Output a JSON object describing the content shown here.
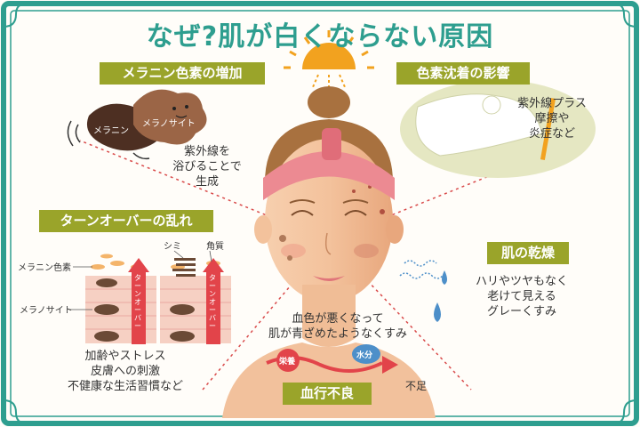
{
  "title": "なぜ?肌が白くならない原因",
  "sections": {
    "melanin_increase": {
      "heading": "メラニン色素の増加",
      "desc_lines": [
        "紫外線を",
        "浴びることで",
        "生成"
      ],
      "label_melanin": "メラニン",
      "label_melanocyte": "メラノサイト"
    },
    "pigmentation": {
      "heading": "色素沈着の影響",
      "desc_lines": [
        "紫外線プラス",
        "摩擦や",
        "炎症など"
      ]
    },
    "turnover": {
      "heading": "ターンオーバーの乱れ",
      "label_melanin_pigment": "メラニン色素",
      "label_melanocyte": "メラノサイト",
      "label_spot": "シミ",
      "label_horny": "角質",
      "arrow_label": "ターンオーバー",
      "desc_lines": [
        "加齢やストレス",
        "皮膚への刺激",
        "不健康な生活習慣など"
      ]
    },
    "dryness": {
      "heading": "肌の乾燥",
      "desc_lines": [
        "ハリやツヤもなく",
        "老けて見える",
        "グレーくすみ"
      ]
    },
    "circulation": {
      "heading": "血行不良",
      "desc_lines": [
        "血色が悪くなって",
        "肌が青ざめたようなくすみ"
      ],
      "label_nutrition": "栄養",
      "label_water": "水分",
      "label_shortage": "不足"
    }
  },
  "colors": {
    "frame": "#2e9e8f",
    "pill": "#9aa42a",
    "title": "#2e9e8f",
    "sun": "#f2a21f",
    "headband": "#ec8a92",
    "skin": "#f5c6a0",
    "hair": "#a8713f",
    "melanin": "#9b6546",
    "arrow_red": "#e2444a",
    "water_blue": "#4d8fc9",
    "nutrition_red": "#e2444a"
  }
}
